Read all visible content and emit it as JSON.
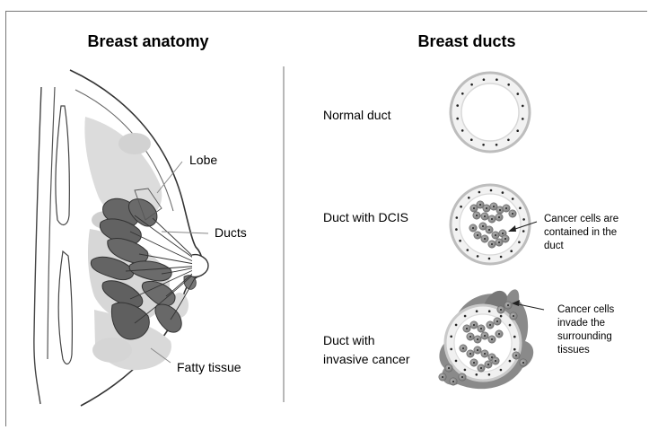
{
  "titles": {
    "anatomy": "Breast anatomy",
    "ducts": "Breast ducts"
  },
  "anatomy_labels": {
    "lobe": "Lobe",
    "ducts": "Ducts",
    "fatty_tissue": "Fatty tissue"
  },
  "duct_rows": [
    {
      "label": [
        "Normal duct"
      ],
      "note": []
    },
    {
      "label": [
        "Duct with DCIS"
      ],
      "note": [
        "Cancer cells are",
        "contained in the",
        "duct"
      ]
    },
    {
      "label": [
        "Duct with",
        "invasive cancer"
      ],
      "note": [
        "Cancer cells",
        "invade the",
        "surrounding",
        "tissues"
      ]
    }
  ],
  "colors": {
    "lobe_fill": "#666666",
    "fatty_fill": "#d9d9d9",
    "outline": "#333333",
    "duct_wall": "#cfcfcf",
    "cancer_cell": "#8a8a8a"
  }
}
